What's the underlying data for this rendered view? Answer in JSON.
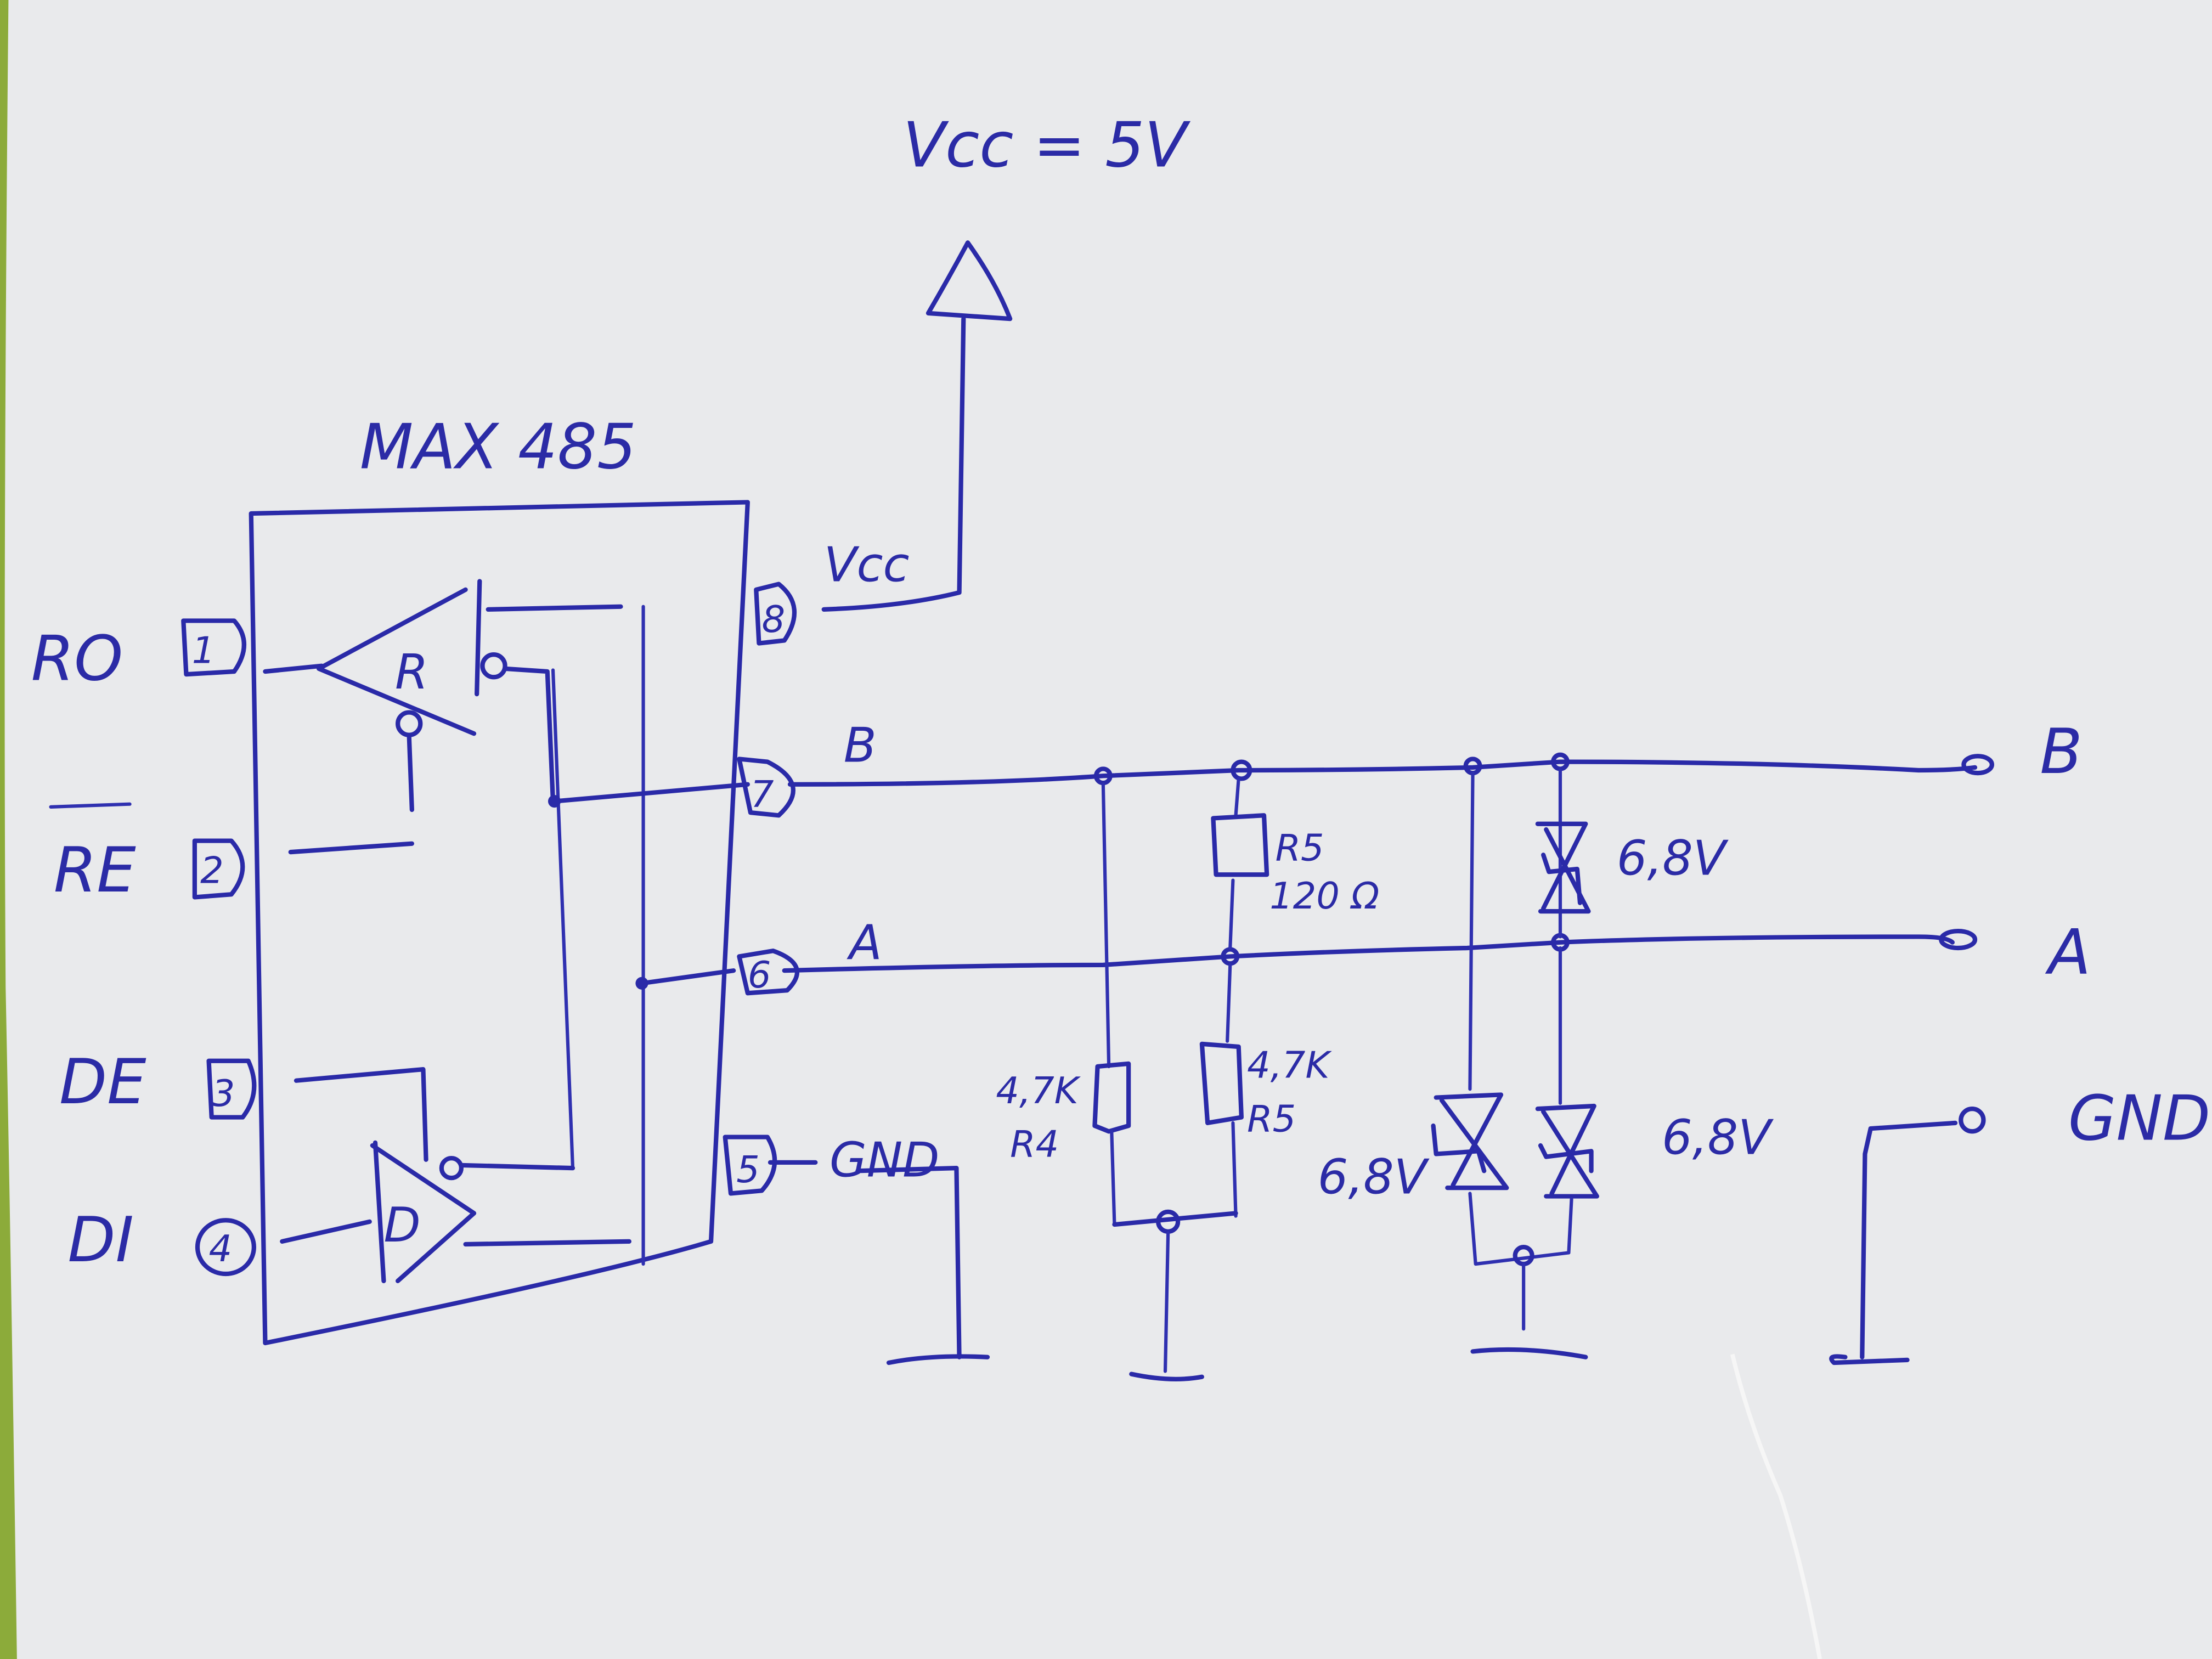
{
  "title": "MAX485 RS-485 interface schematic (hand-drawn)",
  "chip": {
    "name": "MAX 485",
    "receiver_label": "R",
    "driver_label": "D"
  },
  "supply": {
    "label": "Vcc = 5V",
    "pin_label": "Vcc"
  },
  "pins": [
    {
      "number": "1",
      "name": "RO"
    },
    {
      "number": "2",
      "name": "RE",
      "overbar": true
    },
    {
      "number": "3",
      "name": "DE"
    },
    {
      "number": "4",
      "name": "DI"
    },
    {
      "number": "5",
      "name": "GND"
    },
    {
      "number": "6",
      "name": "A"
    },
    {
      "number": "7",
      "name": "B"
    },
    {
      "number": "8",
      "name": "Vcc"
    }
  ],
  "nets": {
    "b_line": "B",
    "a_line": "A",
    "gnd_pin_label": "GND"
  },
  "components": {
    "r5": {
      "ref": "R5",
      "value": "120 Ω"
    },
    "r4": {
      "ref": "R4",
      "value": "4,7K"
    },
    "r6": {
      "ref": "R5",
      "value": "4,7K"
    },
    "tvs_ab": {
      "value": "6,8V"
    },
    "tvs_a_gnd": {
      "value": "6,8V"
    },
    "tvs_b_gnd": {
      "value": "6,8V"
    }
  },
  "terminals": [
    {
      "name": "B"
    },
    {
      "name": "A"
    },
    {
      "name": "GND"
    }
  ]
}
